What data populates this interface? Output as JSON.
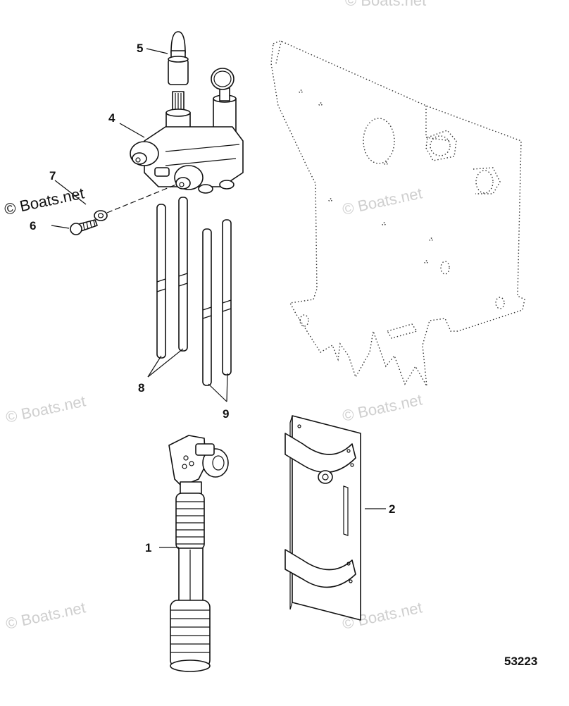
{
  "callouts": {
    "c1": "1",
    "c2": "2",
    "c4": "4",
    "c5": "5",
    "c6": "6",
    "c7": "7",
    "c8": "8",
    "c9": "9"
  },
  "watermark": {
    "text": "© Boats.net"
  },
  "figure_number": "53223"
}
